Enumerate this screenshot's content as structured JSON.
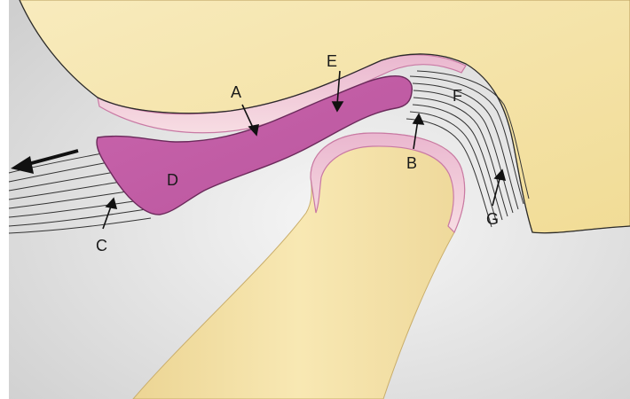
{
  "diagram": {
    "labels": {
      "a": "A",
      "b": "B",
      "c": "C",
      "d": "D",
      "e": "E",
      "f": "F",
      "g": "G"
    }
  },
  "colors": {
    "background": "#e3e3e3",
    "bone": "#f6e5aa",
    "cartilage": "#f1cfd9",
    "cartilage_edge": "#c979a4",
    "disc": "#c25ea5",
    "outline": "#2b2b2b",
    "fibers": "#3a3a3a"
  }
}
